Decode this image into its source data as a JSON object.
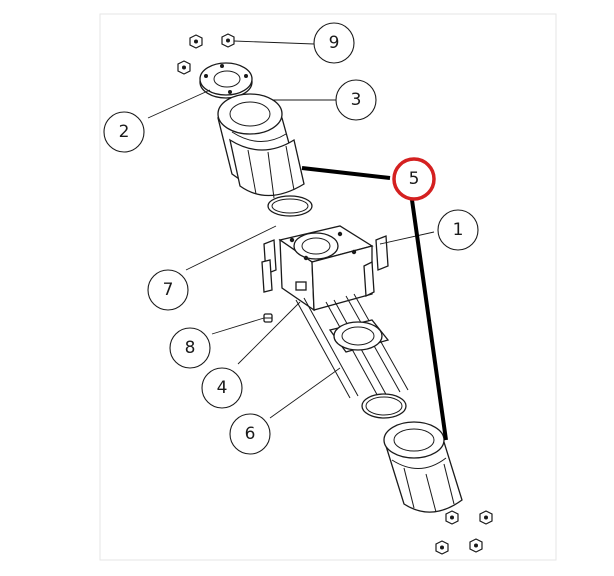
{
  "diagram": {
    "callouts": [
      {
        "id": "c1",
        "label": "1"
      },
      {
        "id": "c2",
        "label": "2"
      },
      {
        "id": "c3",
        "label": "3"
      },
      {
        "id": "c4",
        "label": "4"
      },
      {
        "id": "c5",
        "label": "5"
      },
      {
        "id": "c6",
        "label": "6"
      },
      {
        "id": "c7",
        "label": "7"
      },
      {
        "id": "c8",
        "label": "8"
      },
      {
        "id": "c9",
        "label": "9"
      }
    ],
    "colors": {
      "line": "#1a1a1a",
      "highlight": "#d42020",
      "link": "#000000",
      "background": "#ffffff"
    }
  }
}
